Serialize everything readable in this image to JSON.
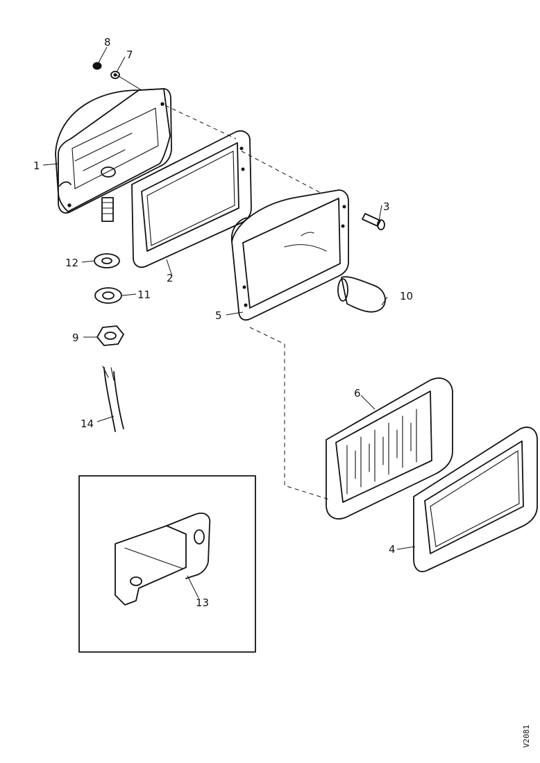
{
  "diagram": {
    "callouts": [
      {
        "id": "c1",
        "label": "1"
      },
      {
        "id": "c2",
        "label": "2"
      },
      {
        "id": "c3",
        "label": "3"
      },
      {
        "id": "c4",
        "label": "4"
      },
      {
        "id": "c5",
        "label": "5"
      },
      {
        "id": "c6",
        "label": "6"
      },
      {
        "id": "c7",
        "label": "7"
      },
      {
        "id": "c8",
        "label": "8"
      },
      {
        "id": "c9",
        "label": "9"
      },
      {
        "id": "c10",
        "label": "10"
      },
      {
        "id": "c11",
        "label": "11"
      },
      {
        "id": "c12",
        "label": "12"
      },
      {
        "id": "c13",
        "label": "13"
      },
      {
        "id": "c14",
        "label": "14"
      }
    ],
    "document_number": "V2081"
  }
}
